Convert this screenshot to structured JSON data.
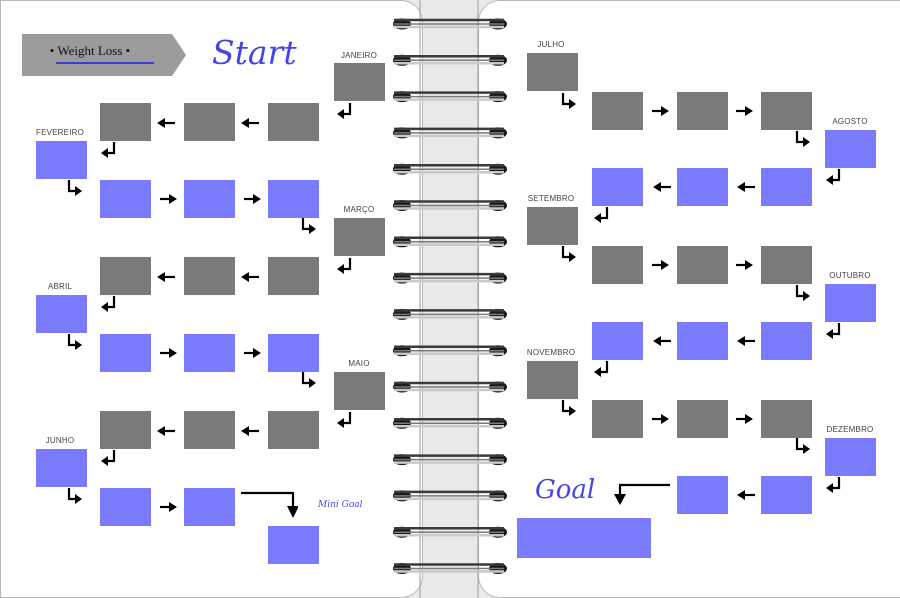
{
  "banner": {
    "title": "• Weight Loss •"
  },
  "labels": {
    "start": "Start",
    "goal": "Goal",
    "mini_goal": "Mini Goal"
  },
  "months": {
    "janeiro": "JANEIRO",
    "fevereiro": "FEVEREIRO",
    "marco": "MARÇO",
    "abril": "ABRIL",
    "maio": "MAIO",
    "junho": "JUNHO",
    "julho": "JULHO",
    "agosto": "AGOSTO",
    "setembro": "SETEMBRO",
    "outubro": "OUTUBRO",
    "novembro": "NOVEMBRO",
    "dezembro": "DEZEMBRO"
  },
  "colors": {
    "done": "#7a7a7a",
    "pending": "#7b7bff",
    "script": "#4545e6",
    "banner": "#9b9b9b",
    "banner_underline": "#3b3bd6"
  }
}
